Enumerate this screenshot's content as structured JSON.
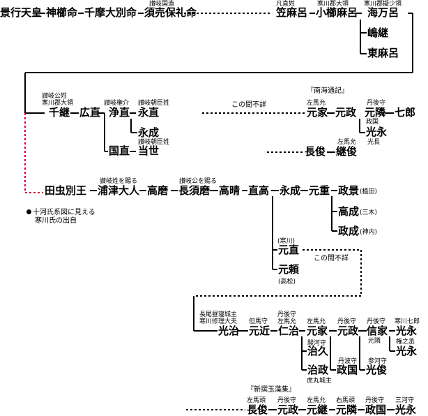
{
  "people": {
    "keiko": "景行天皇",
    "kamikushi": "神櫛命",
    "chima": "千摩大別命",
    "sugiuri": "須売保礼命",
    "kasamaro": "笠麻呂",
    "okushimaro": "小櫛麻呂",
    "amamaro": "海万呂",
    "shimatsugu": "嶋継",
    "azumamaro": "東麻呂",
    "chitsugu": "千継",
    "hironao": "広直",
    "kiyonao": "浄直",
    "naganao": "永直",
    "nagashige": "永成",
    "kuninao": "国直",
    "tosei": "当世",
    "motoie1": "元家",
    "motomasa1": "元政",
    "mototonari1": "元隣",
    "shichiro": "七郎",
    "mitsunaga1": "光永",
    "nagatoshi": "長俊",
    "tsugutoshi": "継俊",
    "tamushi": "田虫別王",
    "uratsu": "浦津大人",
    "takamaro": "高磨",
    "nagasumaro": "長須磨",
    "takahare": "高晴",
    "naotaka": "直高",
    "nagashige2": "永成",
    "motoshige": "元重",
    "masakage": "政景",
    "takashige": "高成",
    "masashige": "政成",
    "motonao": "元直",
    "motoyori": "元頼",
    "mitsuharu": "光治",
    "motochika": "元近",
    "niji": "仁治",
    "motoie2": "元家",
    "motomasa2": "元政",
    "nobuie": "信家",
    "mitsunaga2": "光永",
    "mitsunaga3": "光永",
    "haruhisa": "治久",
    "harumasa": "治政",
    "masakuni1": "政国",
    "mitsutoshi": "光俊",
    "nagatoshi2": "長俊",
    "motomasa3": "元政",
    "mototsugu": "元継",
    "mototonari2": "元隣",
    "masakuni2": "政国",
    "mitsunaga4": "光永"
  },
  "titles": {
    "sugiuri_t": "讃岐国造",
    "kasamaro_t": "凡直姓",
    "okushimaro_t": "寒川郡大領",
    "amamaro_t": "寒川郡擬少領",
    "chitsugu_t1": "讃岐公姓",
    "chitsugu_t2": "寒川郡大領",
    "kiyonao_t": "讃岐権介",
    "naganao_t": "讃岐朝臣姓",
    "tosei_t": "讃岐朝臣姓",
    "motoie1_t": "左馬允",
    "mototonari1_t": "丹後守",
    "mototonari1_s": "政国",
    "mitsunaga1_s": "光長",
    "tsugutoshi_t": "左馬允",
    "uratsu_t": "讃岐姓を賜る",
    "nagasumaro_t": "讃岐公を賜る",
    "masakage_s": "(植田)",
    "takashige_s": "(三木)",
    "masashige_s": "(神内)",
    "motonao_t": "(寒川)",
    "motoyori_s": "(高松)",
    "mitsuharu_t1": "長尾昼寝城主",
    "mitsuharu_t2": "寒川修理大夫",
    "motochika_t": "但馬守",
    "niji_t1": "丹後守",
    "niji_t2": "左馬允",
    "motoie2_t": "左馬允",
    "motomasa2_t": "丹後守",
    "nobuie_t": "丹後守",
    "nobuie_s": "元隣",
    "mitsunaga2_t": "寒川七郎",
    "mitsunaga3_t": "権之丞",
    "haruhisa_t": "駿河守",
    "harumasa_s": "虎丸城主",
    "masakuni1_t": "丹波守",
    "mitsutoshi_t": "参河守",
    "nagatoshi2_t": "左馬頭",
    "motomasa3_t": "丹後守",
    "mototsugu_t": "左馬允",
    "mototonari2_t": "右馬頭",
    "masakuni2_t": "丹後守",
    "mitsunaga4_t": "三河守"
  },
  "notes": {
    "gap1": "この間不詳",
    "gap2": "この間不詳",
    "source1": "『南海通記』",
    "source2": "『新撰玉藻集』",
    "legend_line1": "十河氏系図に見える",
    "legend_line2": "寒川氏の出自"
  },
  "colors": {
    "line": "#000000",
    "highlight": "#cc0033"
  }
}
